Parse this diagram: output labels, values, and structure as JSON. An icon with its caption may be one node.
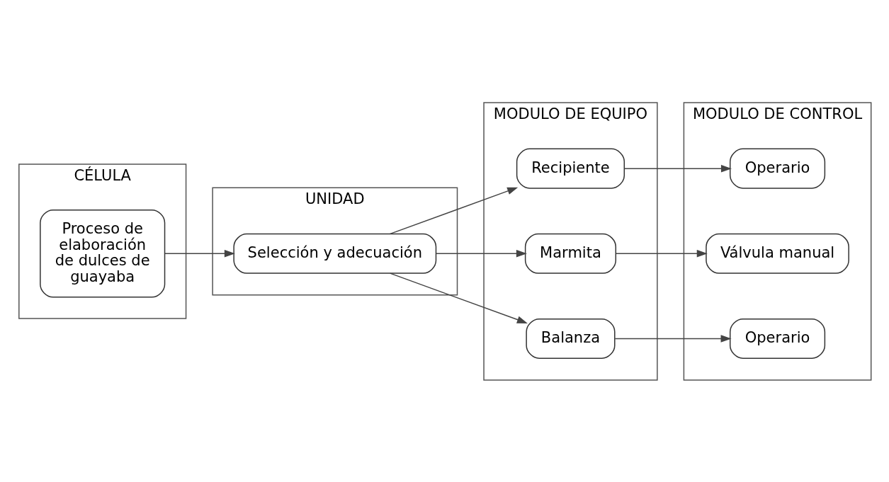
{
  "diagram": {
    "nodes": [
      {
        "text": [
          "CÉLULA"
        ]
      },
      {
        "text": [
          "UNIDAD"
        ]
      },
      {
        "text": [
          "MODULO DE EQUIPO"
        ]
      },
      {
        "text": [
          "MODULO DE CONTROL"
        ]
      },
      {
        "text": [
          "Proceso de elaboración de dulces de guayaba"
        ],
        "in": 0
      },
      {
        "text": [
          "Selección y adecuación"
        ],
        "in": 1
      },
      {
        "text": [
          "Recipiente"
        ],
        "in": 2
      },
      {
        "text": [
          "Marmita"
        ],
        "in": 2
      },
      {
        "text": [
          "Balanza"
        ],
        "in": 2
      },
      {
        "text": [
          "Operario"
        ],
        "in": 3
      },
      {
        "text": [
          "Válvula manual"
        ],
        "in": 3
      },
      {
        "text": [
          "Operario"
        ],
        "in": 3
      }
    ],
    "edges": [
      {
        "from": 4,
        "to": 5,
        "arrow": "to"
      },
      {
        "from": 5,
        "to": 6,
        "arrow": "to"
      },
      {
        "from": 5,
        "to": 7,
        "arrow": "to"
      },
      {
        "from": 5,
        "to": 8,
        "arrow": "to"
      },
      {
        "from": 6,
        "to": 9,
        "arrow": "to"
      },
      {
        "from": 7,
        "to": 10,
        "arrow": "to"
      },
      {
        "from": 8,
        "to": 11,
        "arrow": "to"
      }
    ]
  }
}
